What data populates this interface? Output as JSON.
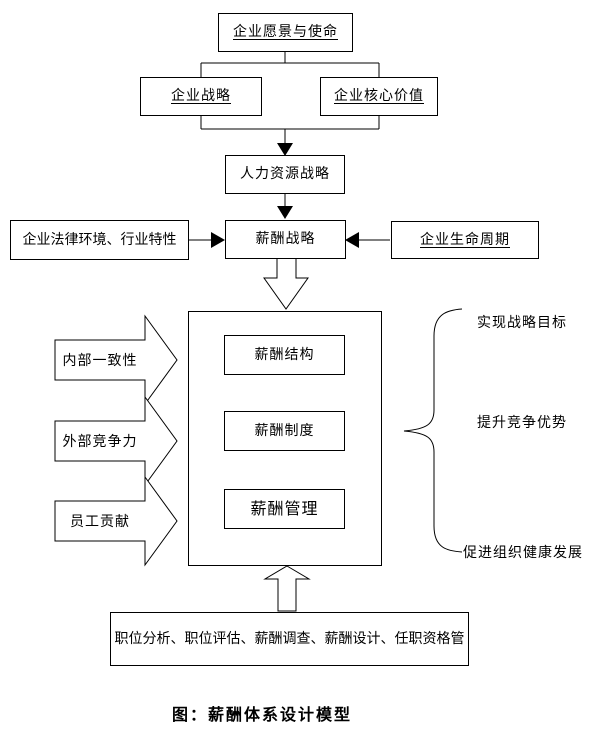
{
  "caption": "图：薪酬体系设计模型",
  "colors": {
    "line": "#000000",
    "fill": "#ffffff",
    "text": "#000000"
  },
  "nodes": {
    "vision": "企业愿景与使命",
    "corp_strategy": "企业战略",
    "core_values": "企业核心价值",
    "hr_strategy": "人力资源战略",
    "legal_env": "企业法律环境、行业特性",
    "pay_strategy": "薪酬战略",
    "life_cycle": "企业生命周期",
    "pay_structure": "薪酬结构",
    "pay_system": "薪酬制度",
    "pay_management": "薪酬管理",
    "foundation": "职位分析、职位评估、薪酬调查、薪酬设计、任职资格管"
  },
  "input_arrows": [
    "内部一致性",
    "外部竞争力",
    "员工贡献"
  ],
  "outcomes": [
    "实现战略目标",
    "提升竞争优势",
    "促进组织健康发展"
  ]
}
